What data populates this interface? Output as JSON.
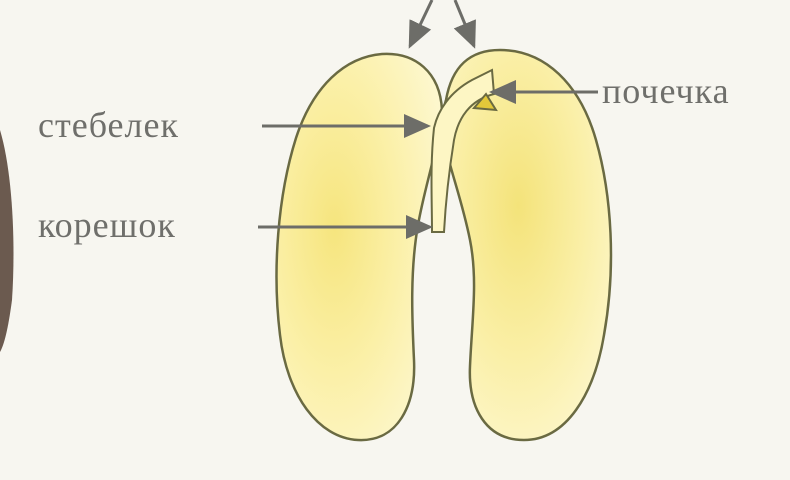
{
  "labels": {
    "stem": "стебелек",
    "root": "корешок",
    "bud": "почечка"
  },
  "colors": {
    "background": "#f7f6f0",
    "cotyledon_fill": "#fbf3b6",
    "cotyledon_inner": "#f6e57e",
    "outline": "#6a6a42",
    "arrow": "#6d6d68",
    "bud_fill": "#e2c83a",
    "left_edge_shadow": "#6b5a4f"
  }
}
